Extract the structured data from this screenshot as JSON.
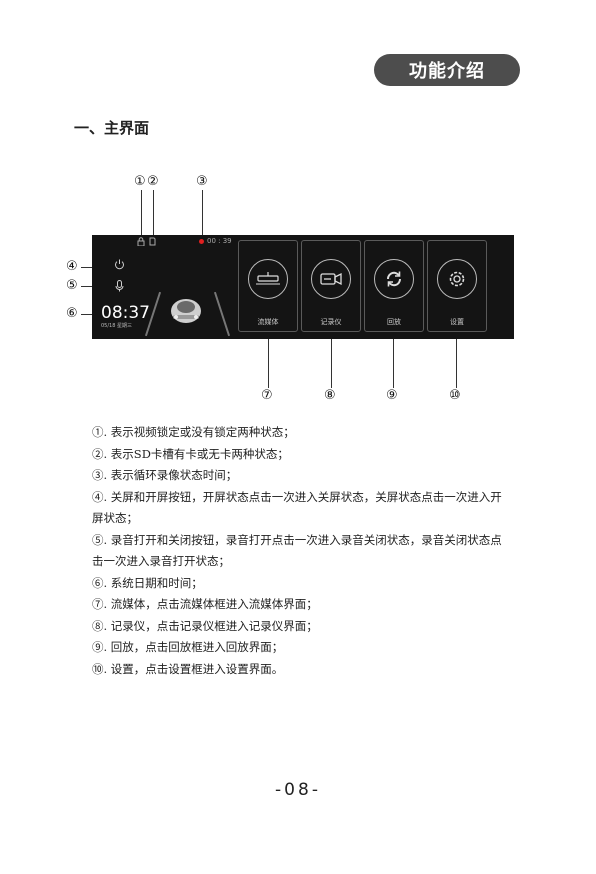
{
  "header": {
    "section_pill": "功能介绍"
  },
  "section_title": "一、主界面",
  "callouts": {
    "c1": "①",
    "c2": "②",
    "c3": "③",
    "c4": "④",
    "c5": "⑤",
    "c6": "⑥",
    "c7": "⑦",
    "c8": "⑧",
    "c9": "⑨",
    "c10": "⑩"
  },
  "screen": {
    "status_rec_text": "00 : 39",
    "clock_time": "08:37",
    "clock_date": "05/18  星期三",
    "tiles": [
      {
        "label": "流媒体",
        "icon": "streaming-mirror-icon"
      },
      {
        "label": "记录仪",
        "icon": "video-camera-icon"
      },
      {
        "label": "回放",
        "icon": "refresh-icon"
      },
      {
        "label": "设置",
        "icon": "gear-icon"
      }
    ],
    "colors": {
      "panel_bg": "#141414",
      "rec_dot": "#e02020",
      "pill_bg": "#4d4d4d"
    }
  },
  "descriptions": [
    "①. 表示视频锁定或没有锁定两种状态；",
    "②. 表示SD卡槽有卡或无卡两种状态；",
    "③. 表示循环录像状态时间；",
    "④. 关屏和开屏按钮，开屏状态点击一次进入关屏状态，关屏状态点击一次进入开屏状态；",
    "⑤. 录音打开和关闭按钮，录音打开点击一次进入录音关闭状态，录音关闭状态点击一次进入录音打开状态；",
    "⑥. 系统日期和时间；",
    "⑦. 流媒体，点击流媒体框进入流媒体界面；",
    "⑧. 记录仪，点击记录仪框进入记录仪界面；",
    "⑨. 回放，点击回放框进入回放界面；",
    "⑩. 设置，点击设置框进入设置界面。"
  ],
  "page_number": "-08-"
}
